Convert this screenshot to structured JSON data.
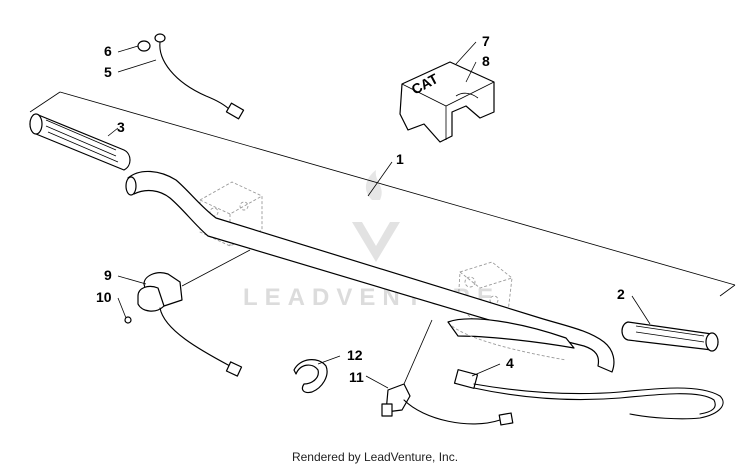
{
  "diagram": {
    "callouts": [
      {
        "id": "1",
        "label": "1"
      },
      {
        "id": "2",
        "label": "2"
      },
      {
        "id": "3",
        "label": "3"
      },
      {
        "id": "4",
        "label": "4"
      },
      {
        "id": "5",
        "label": "5"
      },
      {
        "id": "6",
        "label": "6"
      },
      {
        "id": "7",
        "label": "7"
      },
      {
        "id": "8",
        "label": "8"
      },
      {
        "id": "9",
        "label": "9"
      },
      {
        "id": "10",
        "label": "10"
      },
      {
        "id": "11",
        "label": "11"
      },
      {
        "id": "12",
        "label": "12"
      }
    ],
    "pad_logo_text": "CAT",
    "watermark": "LEADVENTURE"
  },
  "footer": {
    "text": "Rendered by LeadVenture, Inc."
  }
}
